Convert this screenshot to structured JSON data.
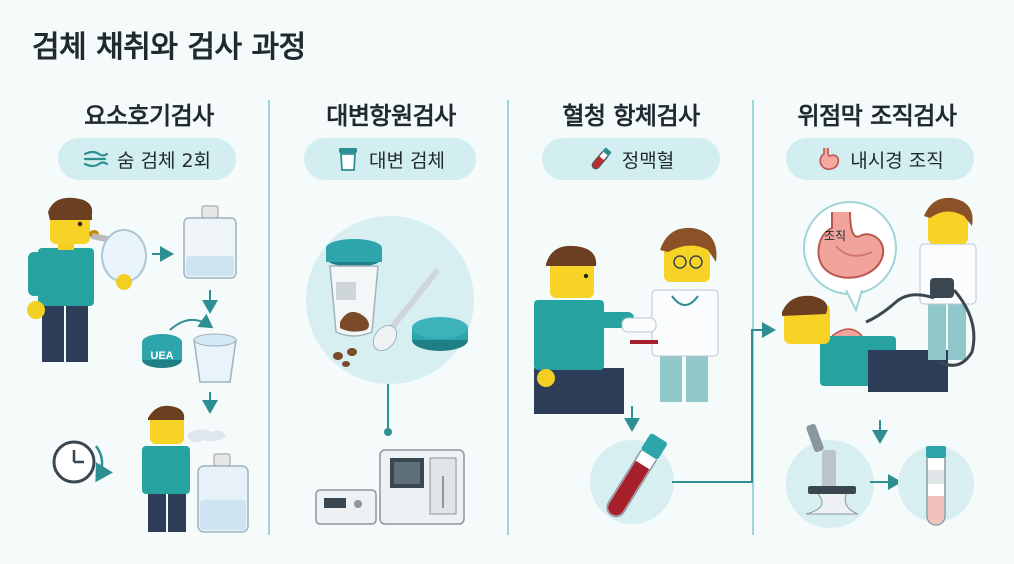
{
  "title": "검체 채취와 검사 과정",
  "columns": [
    {
      "title": "요소호기검사",
      "pill": {
        "label": "숨 검체 2회",
        "icon": "breath-icon"
      }
    },
    {
      "title": "대변항원검사",
      "pill": {
        "label": "대변 검체",
        "icon": "specimen-cup-icon"
      }
    },
    {
      "title": "혈청 항체검사",
      "pill": {
        "label": "정맥혈",
        "icon": "blood-tube-icon"
      }
    },
    {
      "title": "위점막 조직검사",
      "pill": {
        "label": "내시경 조직",
        "icon": "stomach-icon"
      }
    }
  ],
  "labels": {
    "uea": "UEA",
    "stomach_callout": "조직"
  },
  "colors": {
    "teal": "#2e8f93",
    "accent": "#3bb3b8",
    "blood": "#a5202a",
    "bg": "#f5fafb",
    "pill": "#d3eef0"
  }
}
